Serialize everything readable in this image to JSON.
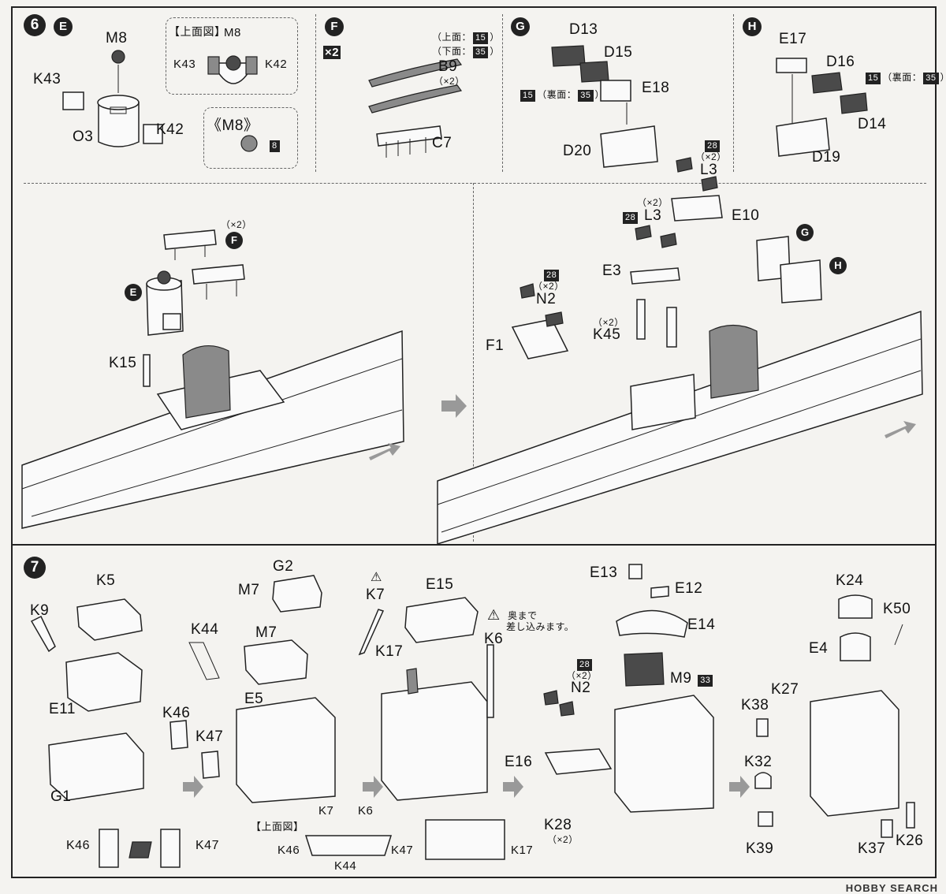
{
  "step6": {
    "number": "6",
    "sub_e": {
      "badge": "E",
      "m8": "M8",
      "k43": "K43",
      "o3": "O3",
      "k42": "K42",
      "top_view_title": "【上面図】",
      "top_m8": "M8",
      "top_k43": "K43",
      "top_k42": "K42",
      "m8_ref": "《M8》",
      "m8_ref_num": "8"
    },
    "sub_f": {
      "badge": "F",
      "multiplier": "×2",
      "top_label": "（上面：",
      "top_num": "15",
      "bottom_label": "（下面：",
      "bottom_num": "35",
      "close": "）",
      "b9": "B9",
      "b9_count": "（×2）",
      "c7": "C7"
    },
    "sub_g": {
      "badge": "G",
      "d13": "D13",
      "d15": "D15",
      "e18": "E18",
      "d20": "D20",
      "num_a": "15",
      "back_label": "（裏面：",
      "num_b": "35",
      "close": "）"
    },
    "sub_h": {
      "badge": "H",
      "e17": "E17",
      "d16": "D16",
      "d14": "D14",
      "d19": "D19",
      "num_a": "15",
      "back_label": "（裏面：",
      "num_b": "35",
      "close": "）"
    },
    "assembly_left": {
      "f_count": "（×2）",
      "f_badge": "F",
      "e_badge": "E",
      "k15": "K15"
    },
    "assembly_right": {
      "l3_top_num": "28",
      "l3_top_count": "（×2）",
      "l3_top": "L3",
      "e10": "E10",
      "l3_mid_count": "（×2）",
      "l3_mid_num": "28",
      "l3_mid": "L3",
      "n2_num": "28",
      "n2_count": "（×2）",
      "n2": "N2",
      "e3": "E3",
      "k45_count": "（×2）",
      "k45": "K45",
      "f1": "F1",
      "g_badge": "G",
      "h_badge": "H"
    }
  },
  "step7": {
    "number": "7",
    "col1": {
      "k5": "K5",
      "k9": "K9",
      "e11": "E11",
      "g1": "G1"
    },
    "col2": {
      "g2": "G2",
      "m7_a": "M7",
      "m7_b": "M7",
      "k44": "K44",
      "e5": "E5",
      "k46": "K46",
      "k47": "K47"
    },
    "col3": {
      "warn": "⚠",
      "k7": "K7",
      "e15": "E15",
      "k17": "K17",
      "note_line1": "奥まで",
      "note_line2": "差し込みます。",
      "k6": "K6"
    },
    "col4": {
      "e13": "E13",
      "e12": "E12",
      "e14": "E14",
      "n2_num": "28",
      "n2_count": "（×2）",
      "n2": "N2",
      "m9": "M9",
      "m9_num": "33",
      "e16": "E16",
      "k28": "K28",
      "k28_count": "（×2）"
    },
    "col5": {
      "k24": "K24",
      "k50": "K50",
      "e4": "E4",
      "k27": "K27",
      "k38": "K38",
      "k32": "K32",
      "k39": "K39",
      "k37": "K37",
      "k26": "K26"
    },
    "bottom": {
      "k46": "K46",
      "k47": "K47",
      "top_view_title": "【上面図】",
      "k7": "K7",
      "k6": "K6",
      "k46b": "K46",
      "k47b": "K47",
      "k44": "K44",
      "k17": "K17"
    }
  },
  "watermark": "HOBBY SEARCH"
}
